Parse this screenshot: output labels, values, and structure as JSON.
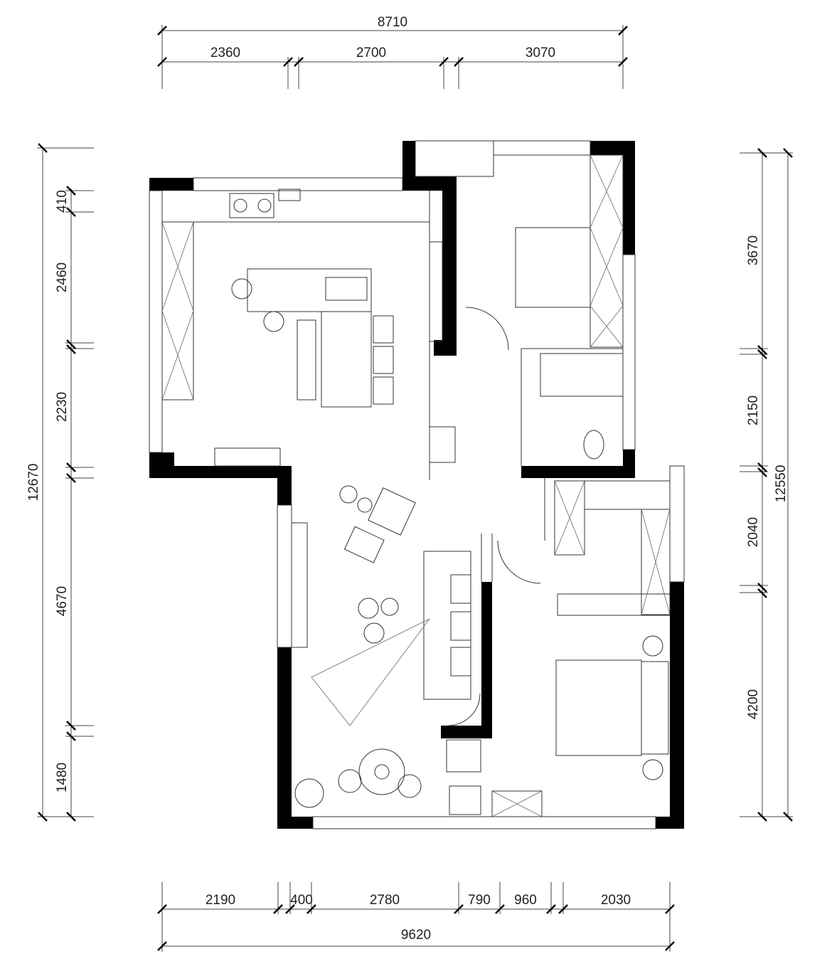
{
  "dimensions": {
    "top_total": "8710",
    "top": [
      "2360",
      "2700",
      "3070"
    ],
    "left_total": "12670",
    "left": [
      "410",
      "2460",
      "2230",
      "4670",
      "1480"
    ],
    "right_total": "12550",
    "right": [
      "3670",
      "2150",
      "2040",
      "4200"
    ],
    "bottom": [
      "2190",
      "400",
      "2780",
      "790",
      "960",
      "2030"
    ],
    "bottom_total": "9620"
  }
}
